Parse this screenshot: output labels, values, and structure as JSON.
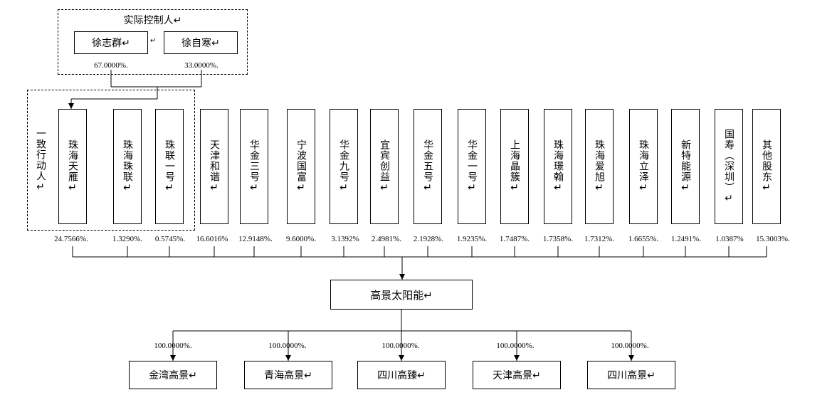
{
  "controllers": {
    "title": "实际控制人↵",
    "persons": [
      {
        "name": "徐志群↵",
        "pct": "67.0000%."
      },
      {
        "name": "徐自寒↵",
        "pct": "33.0000%."
      }
    ],
    "between_mark": "↵"
  },
  "concert_label": "一致行动人↵",
  "shareholders": [
    {
      "name": "珠海天雁↵",
      "pct": "24.7566%."
    },
    {
      "name": "珠海珠联↵",
      "pct": "1.3290%."
    },
    {
      "name": "珠联一号↵",
      "pct": "0.5745%."
    },
    {
      "name": "天津和谐↵",
      "pct": "16.6016%"
    },
    {
      "name": "华金三号↵",
      "pct": "12.9148%."
    },
    {
      "name": "宁波国富↵",
      "pct": "9.6000%."
    },
    {
      "name": "华金九号↵",
      "pct": "3.1392%"
    },
    {
      "name": "宜宾创益↵",
      "pct": "2.4981%."
    },
    {
      "name": "华金五号↵",
      "pct": "2.1928%."
    },
    {
      "name": "华金一号↵",
      "pct": "1.9235%."
    },
    {
      "name": "上海晶簇↵",
      "pct": "1.7487%."
    },
    {
      "name": "珠海璟翰↵",
      "pct": "1.7358%."
    },
    {
      "name": "珠海爱旭↵",
      "pct": "1.7312%."
    },
    {
      "name": "珠海立泽↵",
      "pct": "1.6655%."
    },
    {
      "name": "新特能源↵",
      "pct": "1.2491%."
    },
    {
      "name": "国寿（深圳）↵",
      "pct": "1.0387%"
    },
    {
      "name": "其他股东↵",
      "pct": "15.3003%."
    }
  ],
  "company": {
    "name": "高景太阳能↵"
  },
  "subsidiaries": [
    {
      "name": "金湾高景↵",
      "pct": "100.0000%."
    },
    {
      "name": "青海高景↵",
      "pct": "100.0000%."
    },
    {
      "name": "四川高臻↵",
      "pct": "100.0000%."
    },
    {
      "name": "天津高景↵",
      "pct": "100.0000%."
    },
    {
      "name": "四川高景↵",
      "pct": "100.0000%."
    }
  ]
}
